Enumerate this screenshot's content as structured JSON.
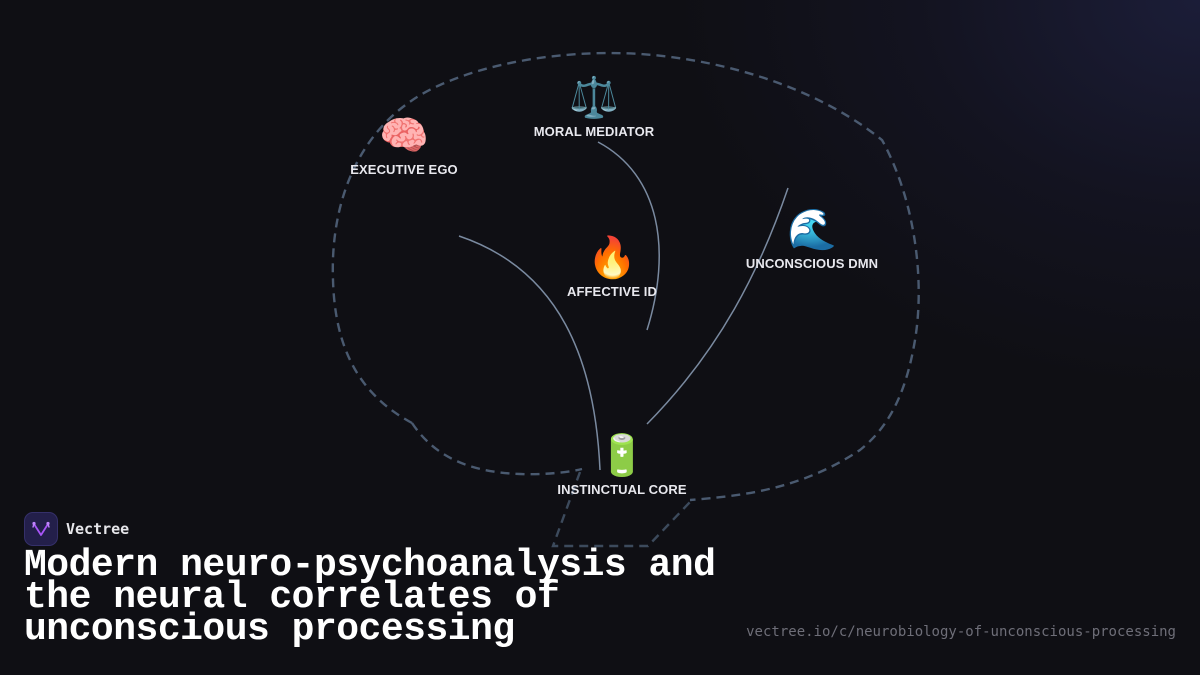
{
  "brand": {
    "name": "Vectree",
    "logo_icon": "vectree-logo-icon",
    "accent": "#a855f7"
  },
  "title": "Modern neuro-psychoanalysis and the neural correlates of unconscious processing",
  "url": "vectree.io/c/neurobiology-of-unconscious-processing",
  "colors": {
    "background": "#0f0f14",
    "outline_dashed": "#4a5a70",
    "connector": "#7a8aa0",
    "label": "#e8e8ee"
  },
  "diagram": {
    "nodes": [
      {
        "id": "executive-ego",
        "label": "EXECUTIVE EGO",
        "icon": "brain-icon",
        "glyph": "🧠"
      },
      {
        "id": "moral-mediator",
        "label": "MORAL MEDIATOR",
        "icon": "balance-scale-icon",
        "glyph": "⚖️"
      },
      {
        "id": "affective-id",
        "label": "AFFECTIVE ID",
        "icon": "fire-icon",
        "glyph": "🔥"
      },
      {
        "id": "unconscious-dmn",
        "label": "UNCONSCIOUS DMN",
        "icon": "water-wave-icon",
        "glyph": "🌊"
      },
      {
        "id": "instinctual-core",
        "label": "INSTINCTUAL CORE",
        "icon": "battery-icon",
        "glyph": "🔋"
      }
    ],
    "edges": [
      {
        "from": "executive-ego",
        "to": "instinctual-core"
      },
      {
        "from": "moral-mediator",
        "to": "affective-id"
      },
      {
        "from": "unconscious-dmn",
        "to": "instinctual-core"
      }
    ]
  }
}
